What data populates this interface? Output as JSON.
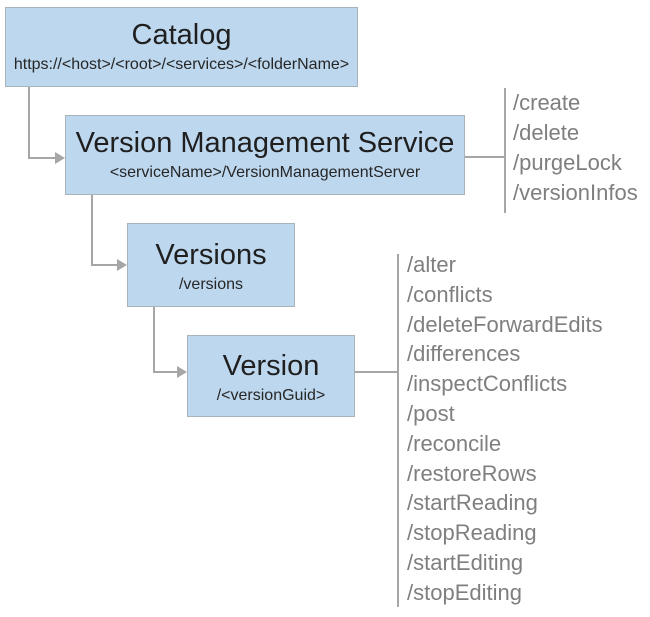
{
  "diagram": {
    "background": "#ffffff",
    "colors": {
      "node_fill": "#bdd7ee",
      "node_border": "#a9b3ba",
      "connector": "#a6a6a6",
      "operation_text": "#7f7f7f",
      "node_text": "#1f1f1f"
    },
    "nodes": [
      {
        "id": "catalog",
        "label": "Catalog",
        "path": "https://<host>/<root>/<services>/<folderName>"
      },
      {
        "id": "version-management-service",
        "label": "Version Management Service",
        "path": "<serviceName>/VersionManagementServer"
      },
      {
        "id": "versions",
        "label": "Versions",
        "path": "/versions"
      },
      {
        "id": "version",
        "label": "Version",
        "path": "/<versionGuid>"
      }
    ],
    "operation_groups": [
      {
        "parent": "version-management-service",
        "operations": [
          "/create",
          "/delete",
          "/purgeLock",
          "/versionInfos"
        ]
      },
      {
        "parent": "version",
        "operations": [
          "/alter",
          "/conflicts",
          "/deleteForwardEdits",
          "/differences",
          "/inspectConflicts",
          "/post",
          "/reconcile",
          "/restoreRows",
          "/startReading",
          "/stopReading",
          "/startEditing",
          "/stopEditing"
        ]
      }
    ]
  }
}
